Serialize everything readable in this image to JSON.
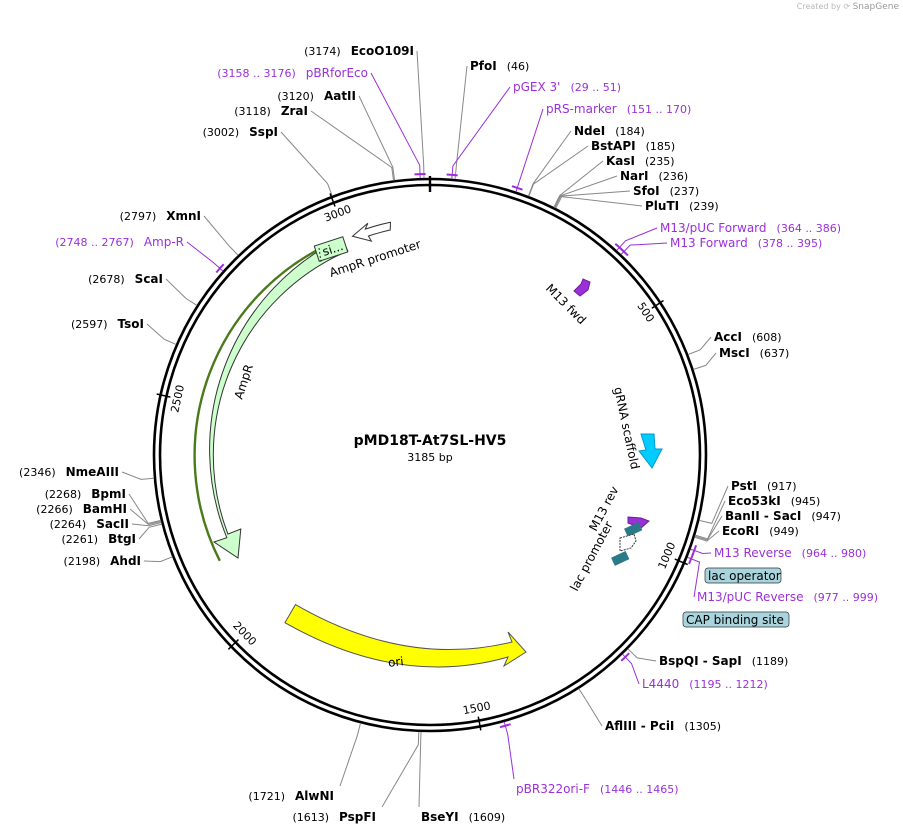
{
  "credit": {
    "prefix": "Created by",
    "brand": "SnapGene"
  },
  "plasmid": {
    "name": "pMD18T-At7SL-HV5",
    "length_label": "3185 bp",
    "length": 3185
  },
  "ticks": [
    {
      "bp": 500,
      "label": "500"
    },
    {
      "bp": 1000,
      "label": "1000"
    },
    {
      "bp": 1500,
      "label": "1500"
    },
    {
      "bp": 2000,
      "label": "2000"
    },
    {
      "bp": 2500,
      "label": "2500"
    },
    {
      "bp": 3000,
      "label": "3000"
    }
  ],
  "enzymes": [
    {
      "name": "EcoO109I",
      "pos": "(3174)",
      "bp": 3174,
      "side": "top"
    },
    {
      "name": "PfoI",
      "pos": "(46)",
      "bp": 46,
      "side": "top"
    },
    {
      "name": "AatII",
      "pos": "(3120)",
      "bp": 3120,
      "side": "left"
    },
    {
      "name": "ZraI",
      "pos": "(3118)",
      "bp": 3118,
      "side": "left"
    },
    {
      "name": "SspI",
      "pos": "(3002)",
      "bp": 3002,
      "side": "left"
    },
    {
      "name": "NdeI",
      "pos": "(184)",
      "bp": 184,
      "side": "right"
    },
    {
      "name": "BstAPI",
      "pos": "(185)",
      "bp": 185,
      "side": "right"
    },
    {
      "name": "KasI",
      "pos": "(235)",
      "bp": 235,
      "side": "right"
    },
    {
      "name": "NarI",
      "pos": "(236)",
      "bp": 236,
      "side": "right"
    },
    {
      "name": "SfoI",
      "pos": "(237)",
      "bp": 237,
      "side": "right"
    },
    {
      "name": "PluTI",
      "pos": "(239)",
      "bp": 239,
      "side": "right"
    },
    {
      "name": "XmnI",
      "pos": "(2797)",
      "bp": 2797,
      "side": "left"
    },
    {
      "name": "ScaI",
      "pos": "(2678)",
      "bp": 2678,
      "side": "left"
    },
    {
      "name": "TsoI",
      "pos": "(2597)",
      "bp": 2597,
      "side": "left"
    },
    {
      "name": "AccI",
      "pos": "(608)",
      "bp": 608,
      "side": "right"
    },
    {
      "name": "MscI",
      "pos": "(637)",
      "bp": 637,
      "side": "right"
    },
    {
      "name": "NmeAIII",
      "pos": "(2346)",
      "bp": 2346,
      "side": "left"
    },
    {
      "name": "BpmI",
      "pos": "(2268)",
      "bp": 2268,
      "side": "left"
    },
    {
      "name": "BamHI",
      "pos": "(2266)",
      "bp": 2266,
      "side": "left"
    },
    {
      "name": "SacII",
      "pos": "(2264)",
      "bp": 2264,
      "side": "left"
    },
    {
      "name": "BtgI",
      "pos": "(2261)",
      "bp": 2261,
      "side": "left"
    },
    {
      "name": "AhdI",
      "pos": "(2198)",
      "bp": 2198,
      "side": "left"
    },
    {
      "name": "PstI",
      "pos": "(917)",
      "bp": 917,
      "side": "right"
    },
    {
      "name": "Eco53kI",
      "pos": "(945)",
      "bp": 945,
      "side": "right"
    },
    {
      "name": "BanII - SacI",
      "pos": "(947)",
      "bp": 947,
      "side": "right"
    },
    {
      "name": "EcoRI",
      "pos": "(949)",
      "bp": 949,
      "side": "right"
    },
    {
      "name": "BspQI - SapI",
      "pos": "(1189)",
      "bp": 1189,
      "side": "right"
    },
    {
      "name": "AflIII - PciI",
      "pos": "(1305)",
      "bp": 1305,
      "side": "right"
    },
    {
      "name": "AlwNI",
      "pos": "(1721)",
      "bp": 1721,
      "side": "bottom"
    },
    {
      "name": "PspFI",
      "pos": "(1613)",
      "bp": 1613,
      "side": "bottom"
    },
    {
      "name": "BseYI",
      "pos": "(1609)",
      "bp": 1609,
      "side": "bottom"
    }
  ],
  "primers": [
    {
      "name": "pBRforEco",
      "pos": "(3158 .. 3176)",
      "bp": 3167
    },
    {
      "name": "pGEX 3'",
      "pos": "(29 .. 51)",
      "bp": 40
    },
    {
      "name": "pRS-marker",
      "pos": "(151 .. 170)",
      "bp": 160
    },
    {
      "name": "M13/pUC Forward",
      "pos": "(364 .. 386)",
      "bp": 375
    },
    {
      "name": "M13 Forward",
      "pos": "(378 .. 395)",
      "bp": 386
    },
    {
      "name": "Amp-R",
      "pos": "(2748 .. 2767)",
      "bp": 2757
    },
    {
      "name": "M13 Reverse",
      "pos": "(964 .. 980)",
      "bp": 972
    },
    {
      "name": "M13/pUC Reverse",
      "pos": "(977 .. 999)",
      "bp": 988
    },
    {
      "name": "L4440",
      "pos": "(1195 .. 1212)",
      "bp": 1203
    },
    {
      "name": "pBR322ori-F",
      "pos": "(1446 .. 1465)",
      "bp": 1455
    }
  ],
  "features": [
    {
      "name": "AmpR",
      "color": "#ccffcc",
      "stroke": "#333333"
    },
    {
      "name": "AmpR promoter",
      "color": "#ffffff",
      "stroke": "#333333"
    },
    {
      "name": "ori",
      "color": "#ffff00",
      "stroke": "#555555"
    },
    {
      "name": "gRNA scaffold",
      "color": "#00ccff",
      "stroke": "#0099cc"
    },
    {
      "name": "M13 fwd",
      "color": "#9b30d9",
      "stroke": "#6a1d99"
    },
    {
      "name": "M13 rev",
      "color": "#9b30d9",
      "stroke": "#6a1d99"
    },
    {
      "name": "lac promoter",
      "color": "#ffffff",
      "stroke": "#333333"
    },
    {
      "name": "si...",
      "color": "#ccffcc",
      "stroke": "#333333"
    }
  ],
  "boxed_features": [
    {
      "name": "lac operator",
      "color": "#a8d4dd"
    },
    {
      "name": "CAP binding site",
      "color": "#a8d4dd"
    }
  ],
  "colors": {
    "primer": "#9b30d9",
    "backbone": "#000000",
    "cut_line": "#888888",
    "ampr_line": "#4a7a1a",
    "lac_box": "#2a7a8a"
  }
}
